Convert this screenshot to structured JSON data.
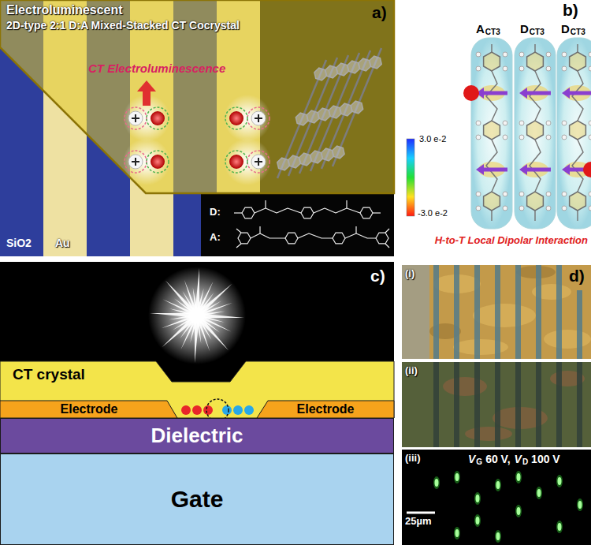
{
  "diagram": {
    "nodes": [
      {
        "text": [
          "CT crystal"
        ]
      },
      {
        "text": [
          "Electrode"
        ]
      },
      {
        "text": [
          "Electrode"
        ]
      },
      {
        "text": [
          "Dielectric"
        ]
      },
      {
        "text": [
          "Gate"
        ]
      }
    ],
    "labels": [
      "Electroluminescent",
      "2D-type 2:1 D:A Mixed-Stacked CT Cocrystal",
      "a)",
      "CT Electroluminescence",
      "SiO2",
      "Au",
      "D:",
      "A:",
      "b)",
      "A",
      "CT3",
      "D",
      "CT3",
      "D",
      "CT3",
      "3.0 e-2",
      "-3.0 e-2",
      "H-to-T Local Dipolar Interaction",
      "c)",
      "d)",
      "(i)",
      "(ii)",
      "(iii)",
      "V",
      "G",
      "60 V,",
      "V",
      "D",
      "100 V",
      "25µm"
    ]
  }
}
